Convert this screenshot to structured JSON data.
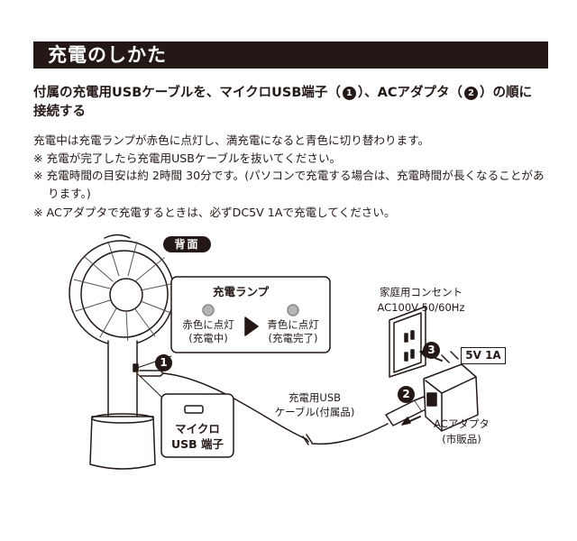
{
  "header": {
    "title": "充電のしかた"
  },
  "lead": {
    "part1": "付属の充電用USBケーブルを、マイクロUSB端子（",
    "num1": "1",
    "part2": "）、ACアダプタ（",
    "num2": "2",
    "part3": "）の順に",
    "line2": "接続する"
  },
  "notes": {
    "line1": "充電中は充電ランプが赤色に点灯し、満充電になると青色に切り替わります。",
    "line2": "※ 充電が完了したら充電用USBケーブルを抜いてください。",
    "line3": "※ 充電時間の目安は約 2時間 30分です。(パソコンで充電する場合は、充電時間が長くなることがあります。)",
    "line4": "※ ACアダプタで充電するときは、必ずDC5V 1Aで充電してください。"
  },
  "figure": {
    "back_label": "背面",
    "lamp_title": "充電ランプ",
    "lamp_red_1": "赤色に点灯",
    "lamp_red_2": "(充電中)",
    "lamp_blue_1": "青色に点灯",
    "lamp_blue_2": "(充電完了)",
    "micro_usb_1": "マイクロ",
    "micro_usb_2": "USB 端子",
    "cable_1": "充電用USB",
    "cable_2": "ケーブル(付属品)",
    "outlet_1": "家庭用コンセント",
    "outlet_2": "AC100V 50/60Hz",
    "spec": "5V 1A",
    "adapter_1": "ACアダプタ",
    "adapter_2": "(市販品)",
    "step1": "1",
    "step2": "2",
    "step3": "3"
  }
}
